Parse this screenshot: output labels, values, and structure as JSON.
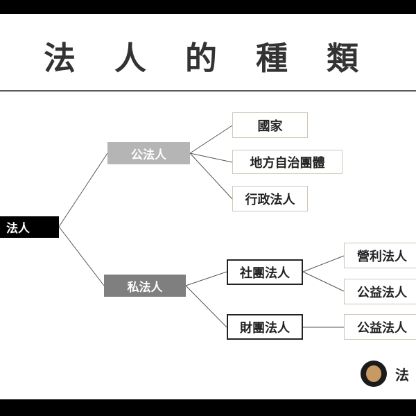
{
  "header": {
    "title": "法 人 的 種 類"
  },
  "tree": {
    "root": "法人",
    "public": {
      "label": "公法人",
      "children": [
        "國家",
        "地方自治團體",
        "行政法人"
      ]
    },
    "private": {
      "label": "私法人",
      "association": {
        "label": "社團法人",
        "children": [
          "營利法人",
          "公益法人"
        ]
      },
      "foundation": {
        "label": "財團法人",
        "children": [
          "公益法人"
        ]
      }
    }
  },
  "brand": {
    "name": "法",
    "logo_icon": "avatar-face-icon"
  },
  "colors": {
    "frame": "#000000",
    "public_node": "#b5b5b5",
    "private_node": "#7f7f7f",
    "leaf_border": "#cfc6b6"
  }
}
